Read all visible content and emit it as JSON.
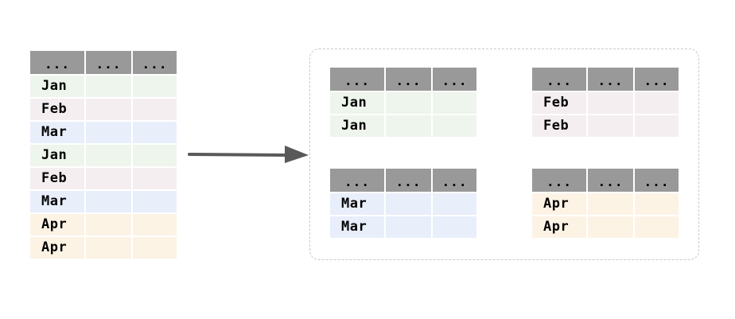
{
  "colors": {
    "header": "#999999",
    "Jan": "#eef5ec",
    "Feb": "#f4eef1",
    "Mar": "#e8eefa",
    "Apr": "#fcf3e5",
    "arrow": "#595959",
    "group_border": "#c8c8c8"
  },
  "source_table": {
    "header": [
      "...",
      "...",
      "..."
    ],
    "rows": [
      "Jan",
      "Feb",
      "Mar",
      "Jan",
      "Feb",
      "Mar",
      "Apr",
      "Apr"
    ]
  },
  "groups": [
    {
      "header": [
        "...",
        "...",
        "..."
      ],
      "rows": [
        "Jan",
        "Jan"
      ]
    },
    {
      "header": [
        "...",
        "...",
        "..."
      ],
      "rows": [
        "Feb",
        "Feb"
      ]
    },
    {
      "header": [
        "...",
        "...",
        "..."
      ],
      "rows": [
        "Mar",
        "Mar"
      ]
    },
    {
      "header": [
        "...",
        "...",
        "..."
      ],
      "rows": [
        "Apr",
        "Apr"
      ]
    }
  ]
}
